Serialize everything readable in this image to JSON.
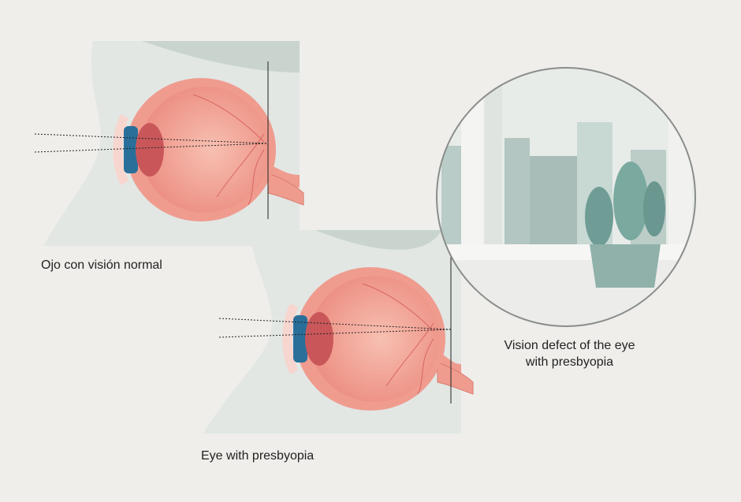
{
  "labels": {
    "normal": "Ojo con visión normal",
    "presbyopia": "Eye with presbyopia",
    "defect_line1": "Vision defect of the eye",
    "defect_line2": "with presbyopia"
  },
  "colors": {
    "background": "#efeeeb",
    "panel": "#e2e7e4",
    "eye": "#ef9c8f",
    "eye_inner": "#f4b3a6",
    "lens": "#c9575a",
    "iris": "#2a6f9a",
    "scene": "#cfdcd7"
  }
}
